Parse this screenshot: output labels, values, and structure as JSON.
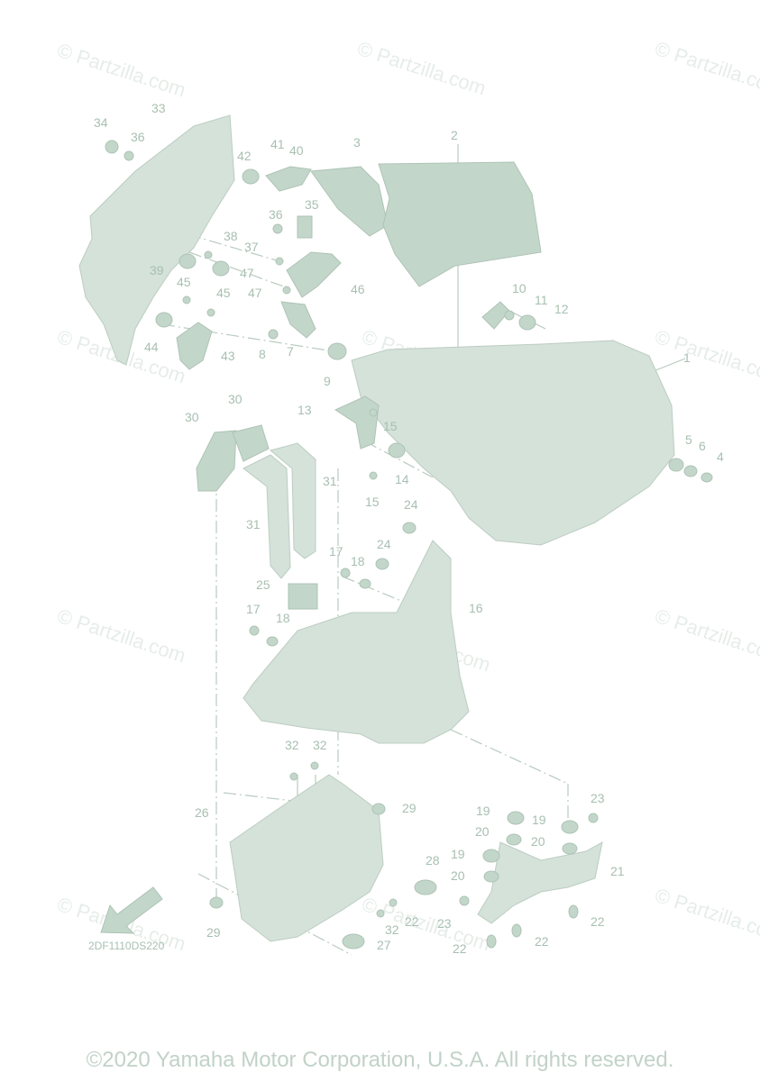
{
  "watermark": "© Partzilla.com",
  "diagram_code": "2DF1110DS220",
  "copyright": "©2020 Yamaha Motor Corporation, U.S.A. All rights reserved.",
  "callouts": {
    "c1": "1",
    "c2": "2",
    "c3": "3",
    "c4": "4",
    "c5": "5",
    "c6": "6",
    "c7": "7",
    "c8": "8",
    "c9": "9",
    "c10": "10",
    "c11": "11",
    "c12": "12",
    "c13": "13",
    "c14": "14",
    "c15": "15",
    "c16": "16",
    "c17": "17",
    "c18": "18",
    "c19": "19",
    "c20": "20",
    "c21": "21",
    "c22": "22",
    "c23": "23",
    "c24": "24",
    "c25": "25",
    "c26": "26",
    "c27": "27",
    "c28": "28",
    "c29": "29",
    "c30": "30",
    "c31": "31",
    "c32": "32",
    "c33": "33",
    "c34": "34",
    "c35": "35",
    "c36": "36",
    "c37": "37",
    "c38": "38",
    "c39": "39",
    "c40": "40",
    "c41": "41",
    "c42": "42",
    "c43": "43",
    "c44": "44",
    "c45": "45",
    "c46": "46",
    "c47": "47"
  },
  "colors": {
    "part": "#d4e2d9",
    "line": "#b8cbbf",
    "text": "#a8bfb1"
  }
}
